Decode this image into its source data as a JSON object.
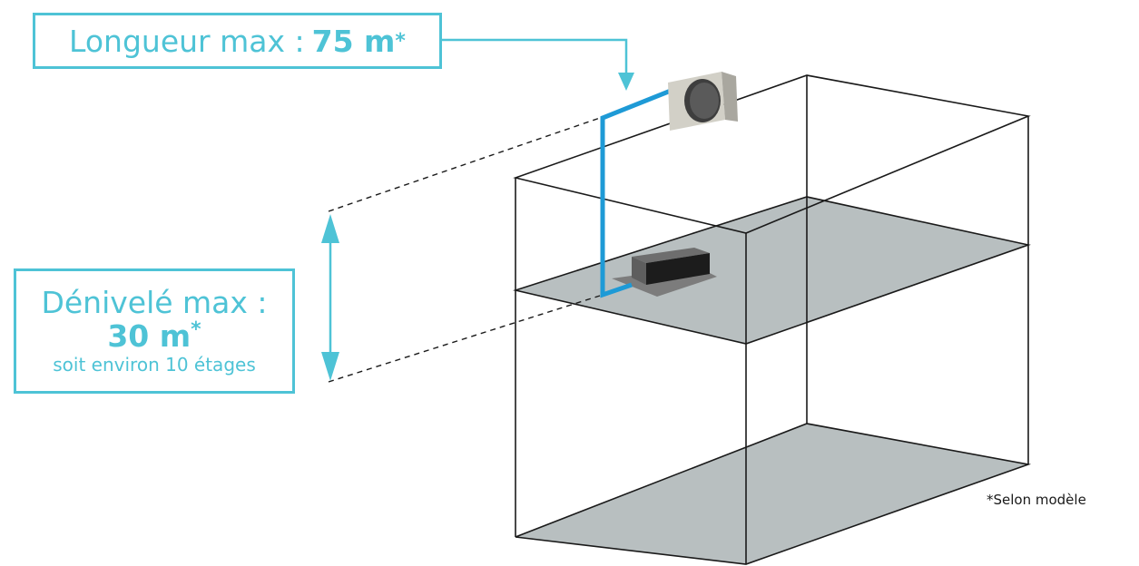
{
  "length_label": {
    "text": "Longueur max :",
    "value": "75 m",
    "mark": "*"
  },
  "height_label": {
    "line1": "Dénivelé max :",
    "value": "30 m",
    "mark": "*",
    "line3": "soit environ 10 étages"
  },
  "footnote": "*Selon modèle",
  "colors": {
    "accent": "#4ec3d6",
    "pipe": "#1e9ad6",
    "floor": "#b8bfc0",
    "outline": "#1a1a1a",
    "outdoor_unit": "#cfcdc4",
    "outdoor_fan": "#5a5a5a",
    "indoor_unit": "#1c1c1c"
  },
  "icons": [
    "outdoor-unit-icon",
    "indoor-unit-icon",
    "arrow-down-icon",
    "double-arrow-icon"
  ]
}
